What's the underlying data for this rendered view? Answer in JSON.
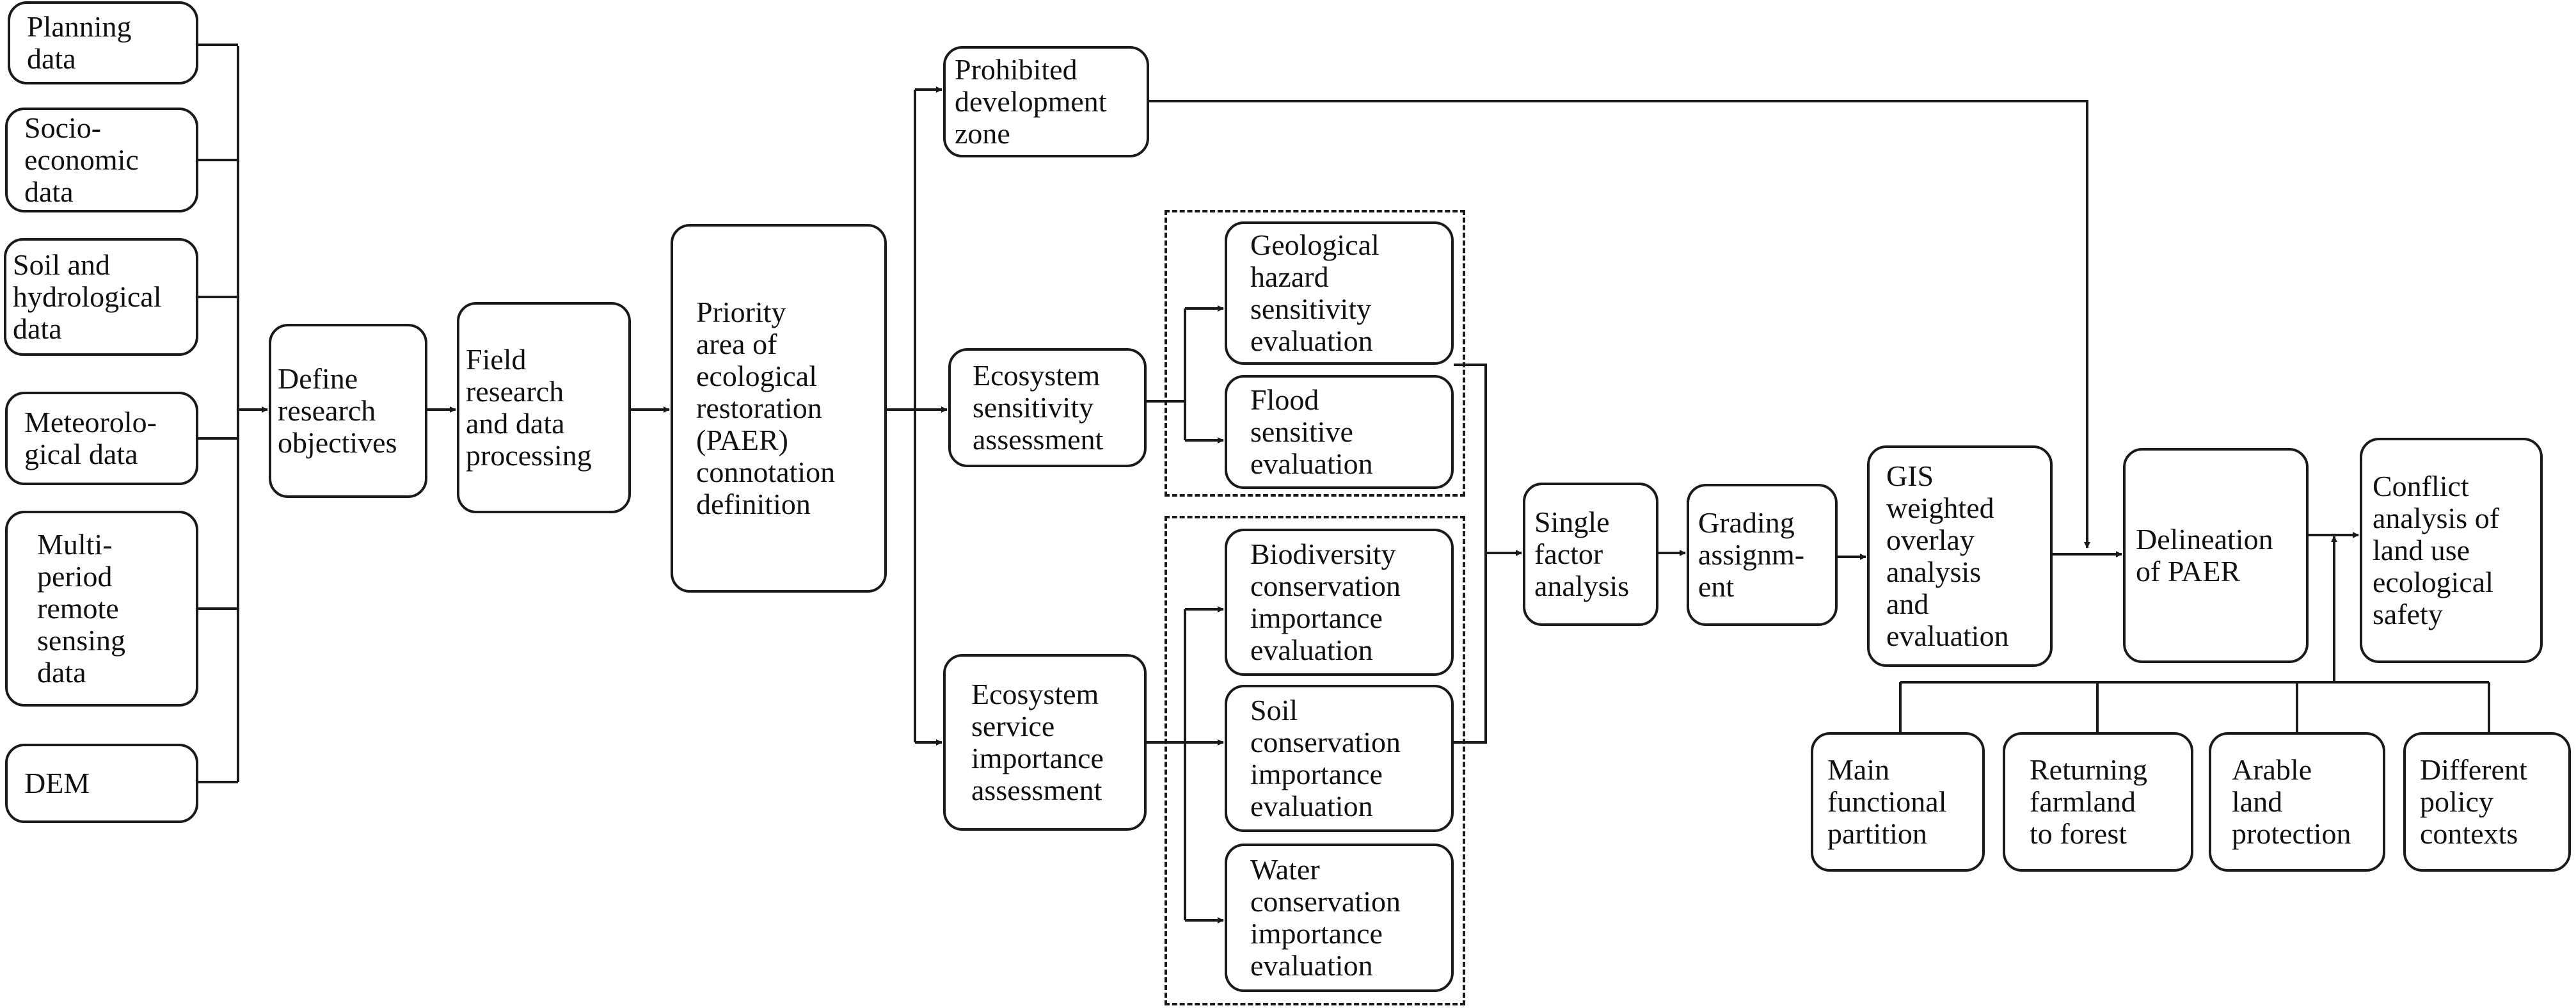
{
  "nodes": {
    "planning": {
      "lines": [
        "Planning",
        "data"
      ]
    },
    "socio": {
      "lines": [
        "Socio-",
        "economic",
        "data"
      ]
    },
    "soil_hydro": {
      "lines": [
        "Soil and",
        "hydrological",
        "data"
      ]
    },
    "meteo": {
      "lines": [
        "Meteorolo-",
        "gical data"
      ]
    },
    "multi": {
      "lines": [
        "Multi-",
        "period",
        "remote",
        "sensing",
        "data"
      ]
    },
    "dem": {
      "lines": [
        "DEM"
      ]
    },
    "define": {
      "lines": [
        "Define",
        "research",
        "objectives"
      ]
    },
    "field": {
      "lines": [
        "Field",
        "research",
        "and data",
        "processing"
      ]
    },
    "priority": {
      "lines": [
        "Priority",
        "area of",
        "ecological",
        "restoration",
        "(PAER)",
        "connotation",
        "definition"
      ]
    },
    "prohibited": {
      "lines": [
        "Prohibited",
        "development",
        "zone"
      ]
    },
    "eco_sens": {
      "lines": [
        "Ecosystem",
        "sensitivity",
        "assessment"
      ]
    },
    "eco_serv": {
      "lines": [
        "Ecosystem",
        "service",
        "importance",
        "assessment"
      ]
    },
    "geo": {
      "lines": [
        "Geological",
        " hazard",
        "sensitivity",
        "evaluation"
      ]
    },
    "flood": {
      "lines": [
        "Flood",
        "sensitive",
        "evaluation"
      ]
    },
    "bio": {
      "lines": [
        "Biodiversity",
        "conservation",
        "importance",
        "evaluation"
      ]
    },
    "soil_cons": {
      "lines": [
        "Soil",
        "conservation",
        "importance",
        "evaluation"
      ]
    },
    "water": {
      "lines": [
        "Water",
        "conservation",
        "importance",
        "evaluation"
      ]
    },
    "single": {
      "lines": [
        "Single",
        "factor",
        "analysis"
      ]
    },
    "grading": {
      "lines": [
        "Grading",
        "assignm-",
        "ent"
      ]
    },
    "gis": {
      "lines": [
        "GIS",
        "weighted",
        "overlay",
        "analysis",
        "and",
        "evaluation"
      ]
    },
    "delineation": {
      "lines": [
        "Delineation",
        "of PAER"
      ]
    },
    "conflict": {
      "lines": [
        "Conflict",
        "analysis of",
        "land use",
        "ecological",
        "safety"
      ]
    },
    "main_func": {
      "lines": [
        "Main",
        "functional",
        "partition"
      ]
    },
    "returning": {
      "lines": [
        "Returning",
        "farmland",
        "to forest"
      ]
    },
    "arable": {
      "lines": [
        "Arable",
        "land",
        "protection"
      ]
    },
    "policy": {
      "lines": [
        "Different",
        "policy",
        "contexts"
      ]
    }
  },
  "colors": {
    "line": "#1a1a1a",
    "text": "#111111",
    "background": "#ffffff"
  }
}
